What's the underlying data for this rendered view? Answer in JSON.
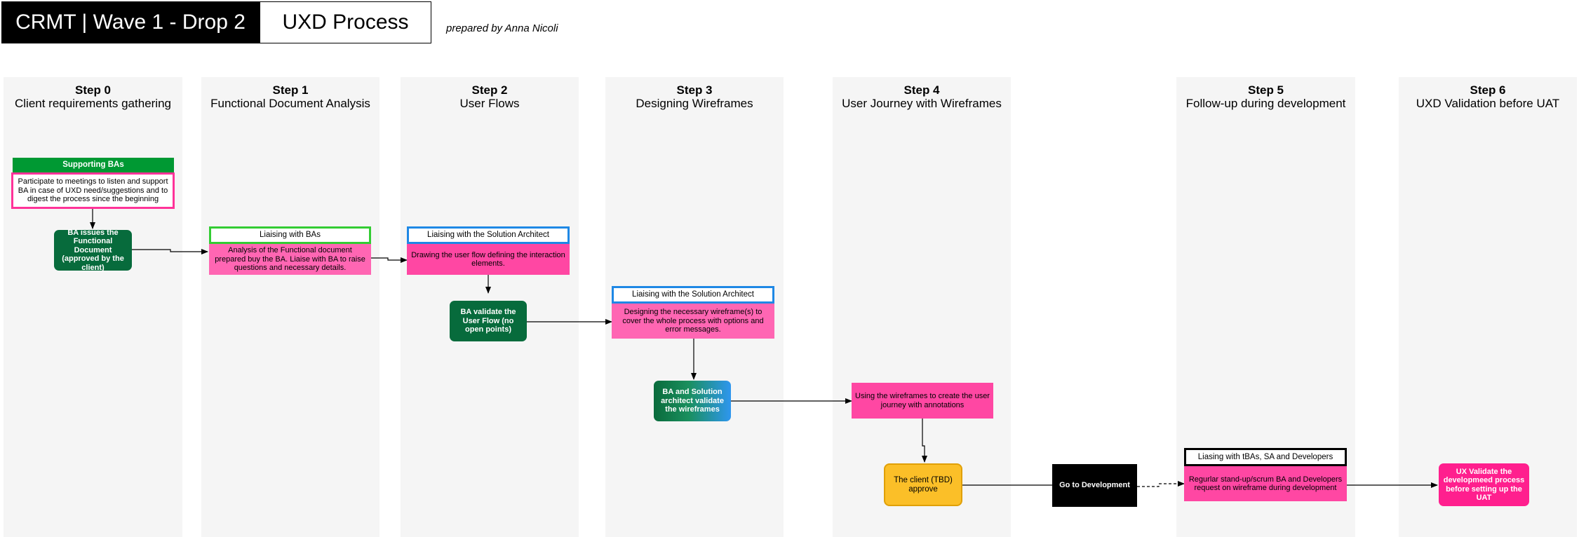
{
  "header": {
    "title_main": "CRMT | Wave 1 - Drop 2",
    "title_sub": "UXD Process",
    "author": "prepared by Anna Nicoli"
  },
  "lanes": [
    {
      "step": "Step 0",
      "title": "Client requirements gathering"
    },
    {
      "step": "Step 1",
      "title": "Functional Document Analysis"
    },
    {
      "step": "Step 2",
      "title": "User Flows"
    },
    {
      "step": "Step 3",
      "title": "Designing Wireframes"
    },
    {
      "step": "Step 4",
      "title": "User Journey with Wireframes"
    },
    {
      "step": "Step 5",
      "title": "Follow-up  during development"
    },
    {
      "step": "Step 6",
      "title": "UXD Validation before UAT"
    }
  ],
  "nodes": {
    "supporting_bas": "Supporting BAs",
    "participate": "Participate to meetings to listen and support BA  in case of UXD need/suggestions and to digest the process since the beginning",
    "ba_issues": "BA issues the Functional Document (approved by the client)",
    "liaising_bas": "Liaising with BAs",
    "analysis": "Analysis of the Functional document prepared buy the BA. Liaise with BA to raise questions and necessary details.",
    "liaising_sa_1": "Liaising with the Solution Architect",
    "drawing_flow": "Drawing the user flow defining the interaction elements.",
    "ba_validate_flow": "BA validate the User Flow (no open points)",
    "liaising_sa_2": "Liaising with the Solution Architect",
    "designing_wireframes": "Designing the necessary wireframe(s) to cover the whole process with options and error messages.",
    "ba_sa_validate": "BA and Solution architect validate the wireframes",
    "using_wireframes": "Using the wireframes to create the user journey with annotations",
    "client_approve": "The client (TBD) approve",
    "go_to_dev": "Go to Development",
    "liaising_tbas": "Liasing with tBAs, SA and Developers",
    "standup": "Regurlar stand-up/scrum  BA and Developers request on wireframe during development",
    "ux_validate": "UX Validate the developmeed process before setting up the UAT"
  }
}
